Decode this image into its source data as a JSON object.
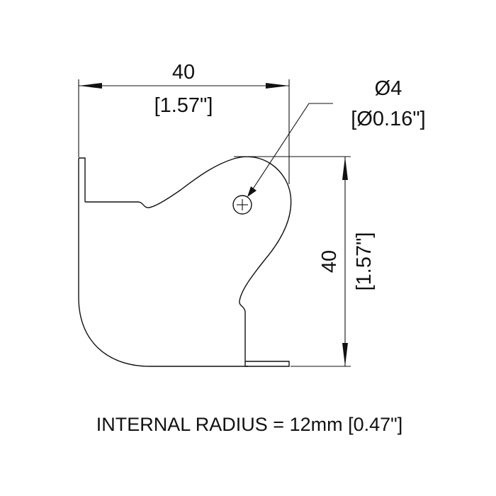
{
  "drawing": {
    "width_dimension": {
      "value": "40",
      "imperial": "[1.57\"]"
    },
    "height_dimension": {
      "value": "40",
      "imperial": "[1.57\"]"
    },
    "hole_dimension": {
      "value": "Ø4",
      "imperial": "[Ø0.16\"]"
    },
    "footnote": "INTERNAL RADIUS = 12mm [0.47\"]"
  },
  "colors": {
    "line": "#111111",
    "background": "#ffffff"
  }
}
